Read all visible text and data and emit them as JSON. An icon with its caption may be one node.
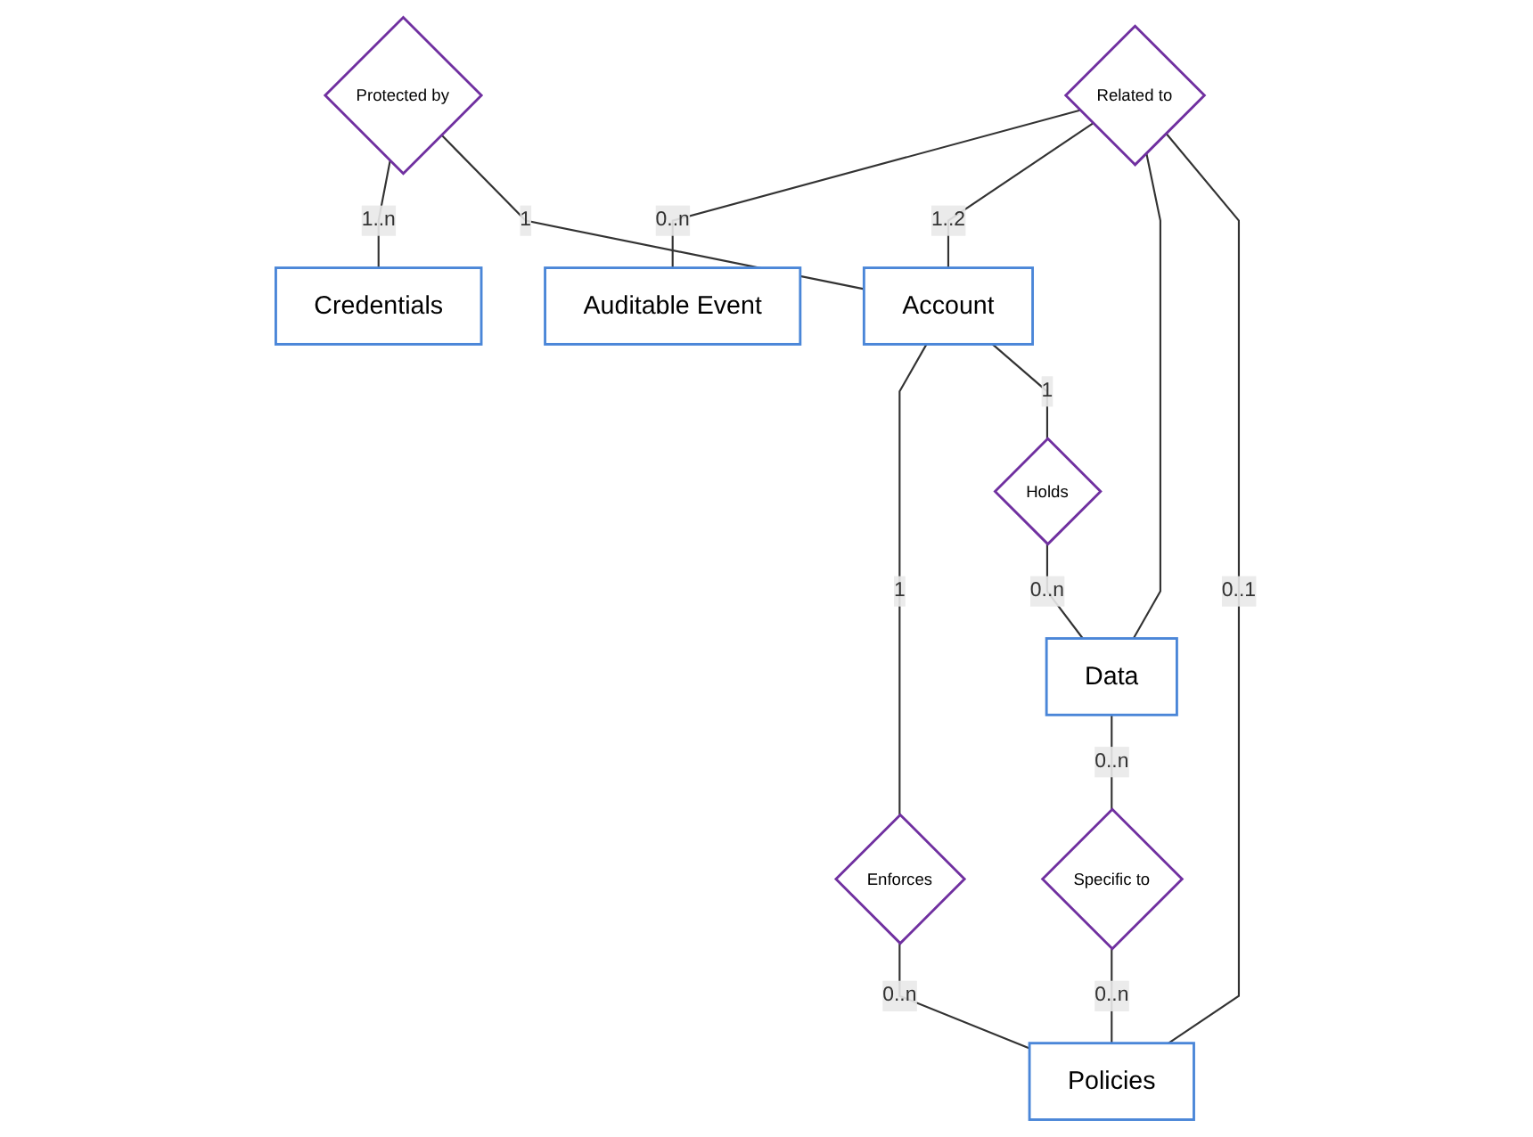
{
  "diagram": {
    "nodes": [
      {
        "text": [
          "Credentials"
        ]
      },
      {
        "text": [
          "Protected by"
        ]
      },
      {
        "text": [
          "Auditable Event"
        ]
      },
      {
        "text": [
          "Related to"
        ]
      },
      {
        "text": [
          "Account"
        ]
      },
      {
        "text": [
          "Enforces"
        ]
      },
      {
        "text": [
          "Holds"
        ]
      },
      {
        "text": [
          "Policies"
        ]
      },
      {
        "text": [
          "Data"
        ]
      },
      {
        "text": [
          "Specific to"
        ]
      }
    ],
    "edges": [
      {
        "from": 1,
        "to": 0,
        "arrow": "none",
        "label": "1..n"
      },
      {
        "from": 1,
        "to": 4,
        "arrow": "none",
        "label": "1"
      },
      {
        "from": 3,
        "to": 2,
        "arrow": "none",
        "label": "0..n"
      },
      {
        "from": 3,
        "to": 4,
        "arrow": "none",
        "label": "1..2"
      },
      {
        "from": 4,
        "to": 5,
        "arrow": "none",
        "label": "1"
      },
      {
        "from": 5,
        "to": 7,
        "arrow": "none",
        "label": "0..n"
      },
      {
        "from": 4,
        "to": 6,
        "arrow": "none",
        "label": "1"
      },
      {
        "from": 6,
        "to": 8,
        "arrow": "none",
        "label": "0..n"
      },
      {
        "from": 3,
        "to": 8,
        "arrow": "none"
      },
      {
        "from": 3,
        "to": 7,
        "arrow": "none",
        "label": "0..1"
      },
      {
        "from": 8,
        "to": 9,
        "arrow": "none",
        "label": "0..n"
      },
      {
        "from": 9,
        "to": 7,
        "arrow": "none",
        "label": "0..n"
      }
    ]
  }
}
